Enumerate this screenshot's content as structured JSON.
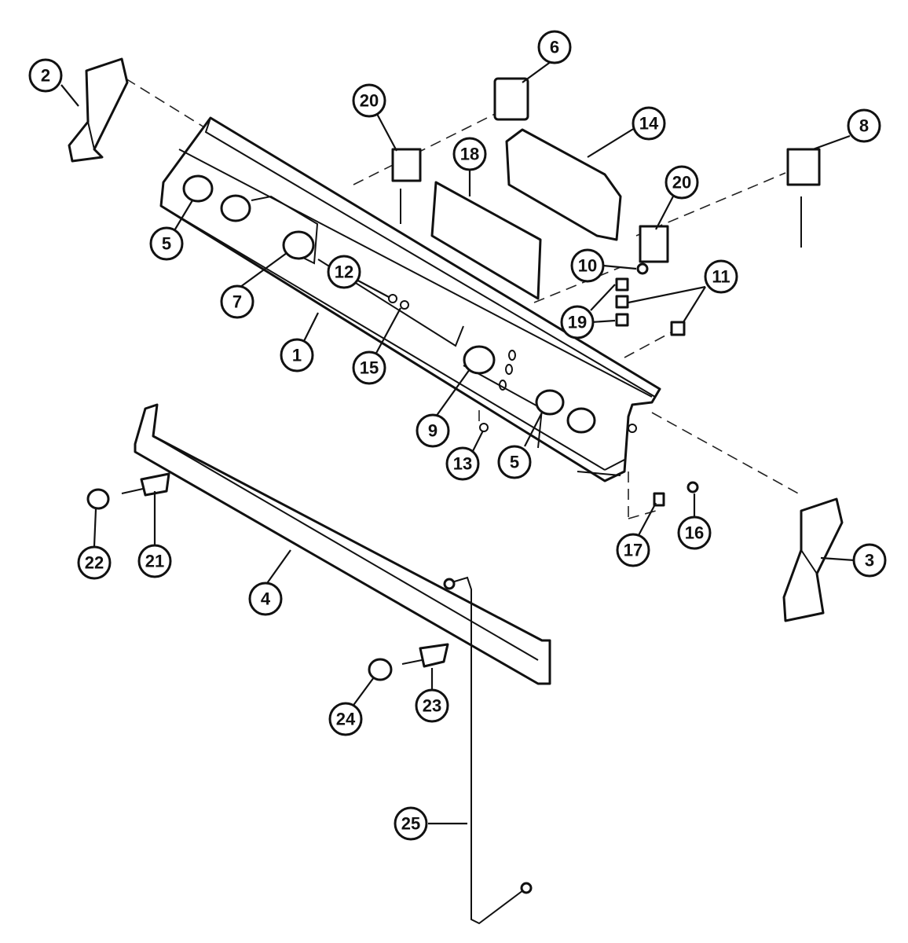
{
  "diagram": {
    "callouts": [
      {
        "id": "c1",
        "label": "1"
      },
      {
        "id": "c2",
        "label": "2"
      },
      {
        "id": "c3",
        "label": "3"
      },
      {
        "id": "c4",
        "label": "4"
      },
      {
        "id": "c5a",
        "label": "5"
      },
      {
        "id": "c5b",
        "label": "5"
      },
      {
        "id": "c6",
        "label": "6"
      },
      {
        "id": "c7",
        "label": "7"
      },
      {
        "id": "c8",
        "label": "8"
      },
      {
        "id": "c9",
        "label": "9"
      },
      {
        "id": "c10",
        "label": "10"
      },
      {
        "id": "c11",
        "label": "11"
      },
      {
        "id": "c12",
        "label": "12"
      },
      {
        "id": "c13",
        "label": "13"
      },
      {
        "id": "c14",
        "label": "14"
      },
      {
        "id": "c15",
        "label": "15"
      },
      {
        "id": "c16",
        "label": "16"
      },
      {
        "id": "c17",
        "label": "17"
      },
      {
        "id": "c18",
        "label": "18"
      },
      {
        "id": "c19",
        "label": "19"
      },
      {
        "id": "c20a",
        "label": "20"
      },
      {
        "id": "c20b",
        "label": "20"
      },
      {
        "id": "c21",
        "label": "21"
      },
      {
        "id": "c22",
        "label": "22"
      },
      {
        "id": "c23",
        "label": "23"
      },
      {
        "id": "c24",
        "label": "24"
      },
      {
        "id": "c25",
        "label": "25"
      }
    ]
  }
}
